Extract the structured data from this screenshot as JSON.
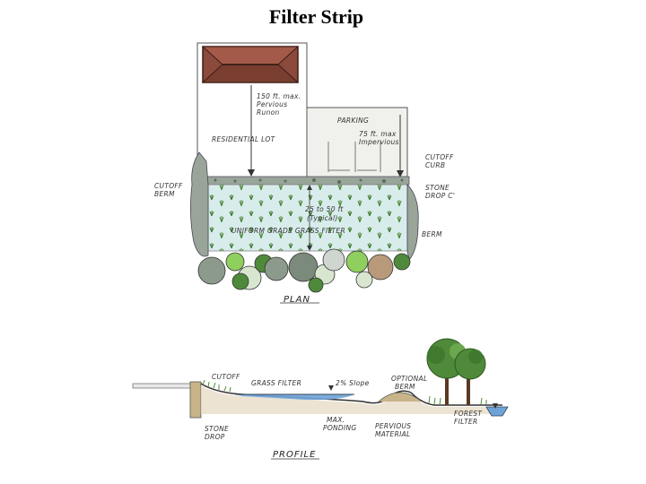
{
  "title": "Filter Strip",
  "plan": {
    "caption": "PLAN",
    "labels": {
      "runoff": [
        "150 ft. max.",
        "Pervious",
        "Runon"
      ],
      "parking": "PARKING",
      "impervious": [
        "75 ft. max",
        "Impervious"
      ],
      "residential": "RESIDENTIAL LOT",
      "cutoff_curb": [
        "CUTOFF",
        "CURB"
      ],
      "cutoff_berm": [
        "CUTOFF",
        "BERM"
      ],
      "stone_drop": [
        "STONE",
        "DROP C'"
      ],
      "width": [
        "25 to 50 ft",
        "(Typical)"
      ],
      "grass_filter": "UNIFORM GRADE GRASS FILTER",
      "berm": "BERM"
    }
  },
  "profile": {
    "caption": "PROFILE",
    "labels": {
      "cutoff": "CUTOFF",
      "grass_filter": "GRASS FILTER",
      "slope": "2% Slope",
      "optional_berm": [
        "OPTIONAL",
        "BERM"
      ],
      "forest_filter": [
        "FOREST",
        "FILTER"
      ],
      "stone_drop": [
        "STONE",
        "DROP"
      ],
      "max_ponding": [
        "MAX.",
        "PONDING"
      ],
      "pervious_material": [
        "PERVIOUS",
        "MATERIAL"
      ]
    }
  },
  "colors": {
    "roof": "#8b4a3c",
    "grass": "#d9ecec",
    "water": "#6fa3d8",
    "foliage": "#4f8a3a",
    "stone": "#9aa59a"
  }
}
